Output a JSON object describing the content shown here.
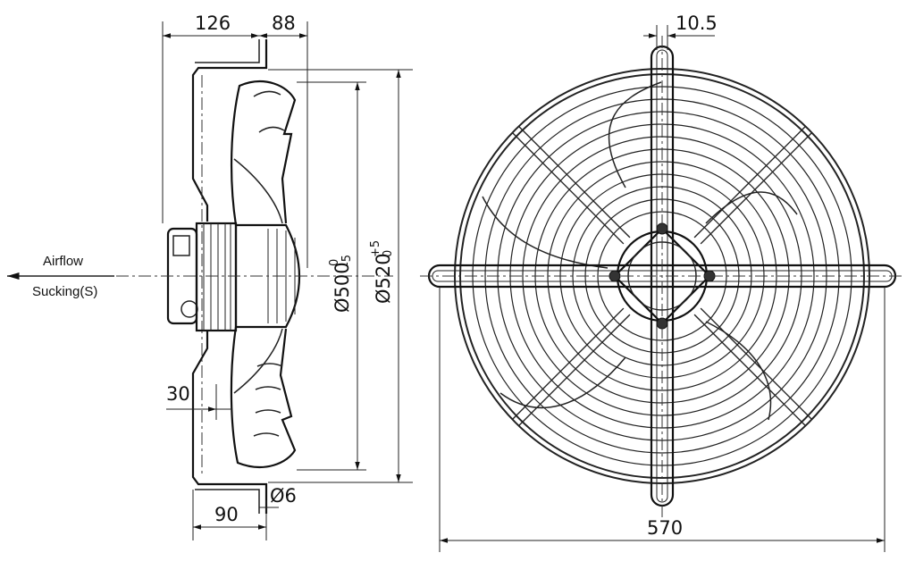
{
  "dimensions": {
    "d126": "126",
    "d88": "88",
    "d30": "30",
    "d90": "90",
    "d6": "Ø6",
    "d500": "Ø500",
    "d500_tol_upper": "0",
    "d500_tol_lower": "-5",
    "d520": "Ø520",
    "d520_tol_upper": "+5",
    "d520_tol_lower": "0",
    "d10_5": "10.5",
    "d570": "570"
  },
  "airflow": {
    "label": "Airflow",
    "mode": "Sucking(S)"
  },
  "colors": {
    "line": "#222222",
    "background": "#ffffff"
  }
}
